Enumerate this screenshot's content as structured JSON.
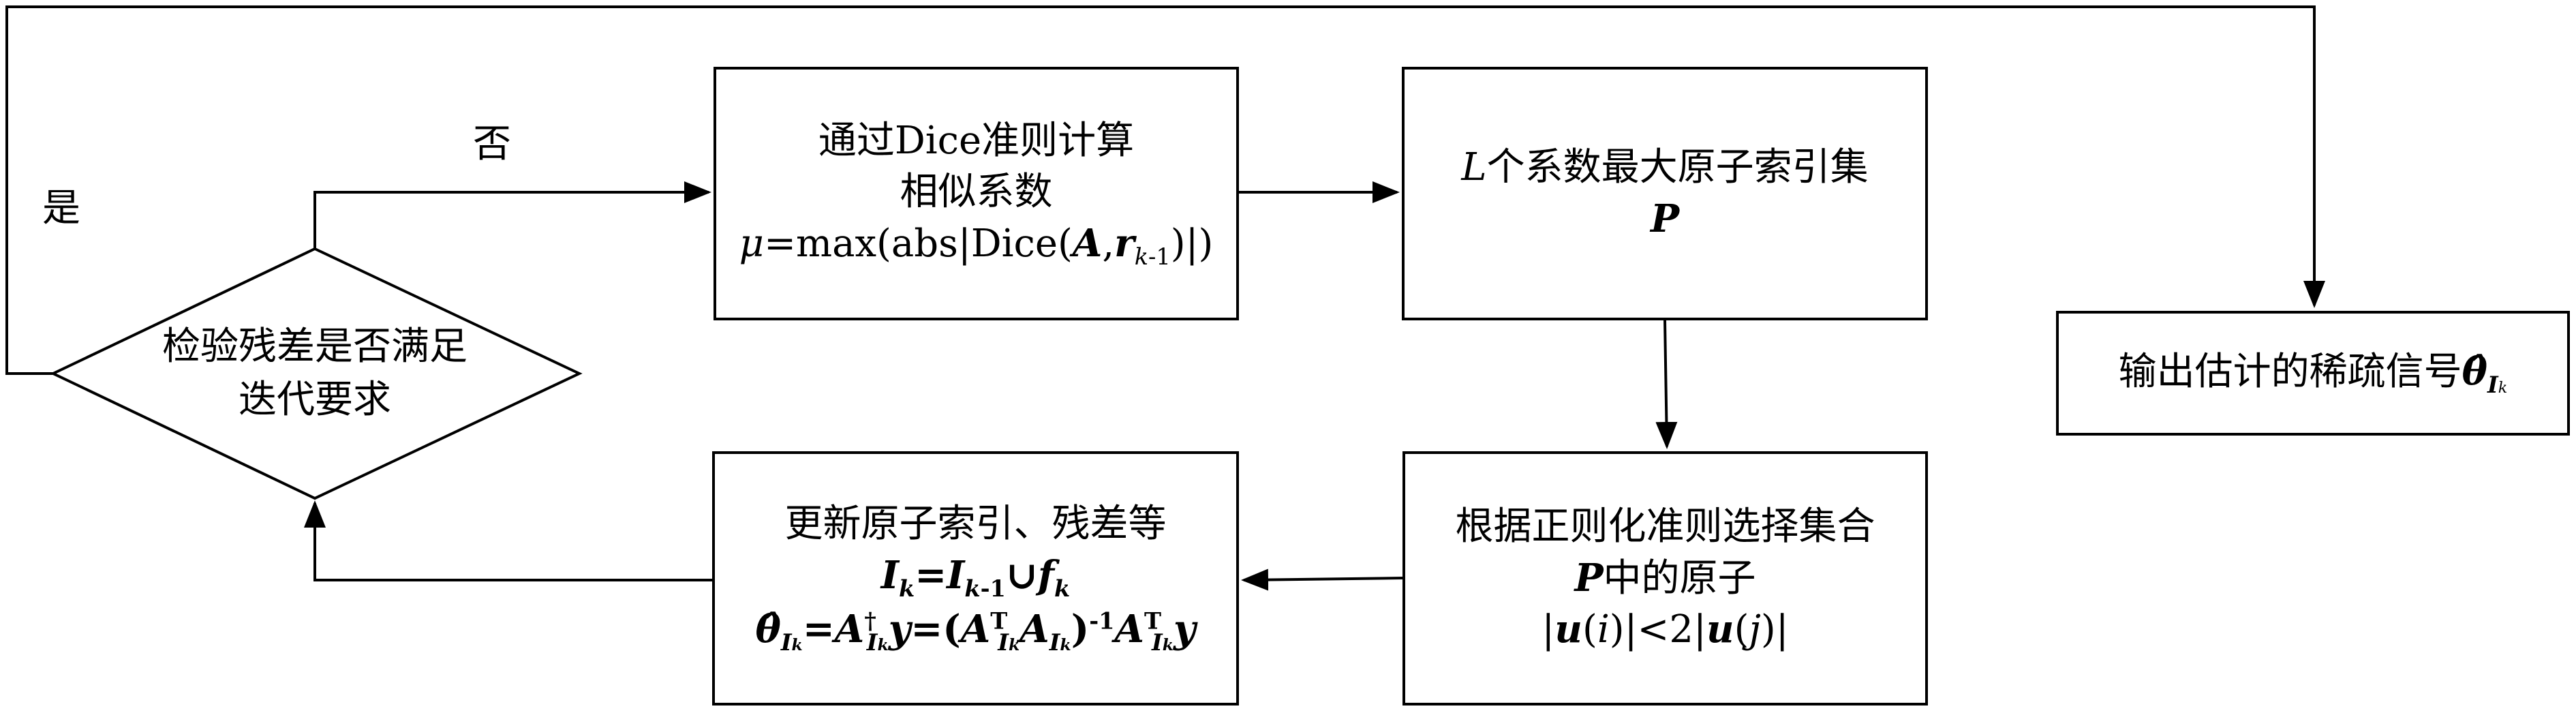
{
  "box_dice": {
    "line1": "通过Dice准则计算",
    "line2": "相似系数",
    "formula": "μ=max(abs|Dice(A,rk-1)|)"
  },
  "box_p": {
    "line1": "L个系数最大原子索引集",
    "line2": "P"
  },
  "box_output": {
    "text": "输出估计的稀疏信号θ̂Ik"
  },
  "diamond": {
    "line1": "检验残差是否满足",
    "line2": "迭代要求"
  },
  "box_regularize": {
    "line1": "根据正则化准则选择集合",
    "line2": "P中的原子",
    "formula": "|u(i)|<2|u(j)|"
  },
  "box_update": {
    "line1": "更新原子索引、残差等",
    "formula1": "Ik=Ik-1∪fk",
    "formula2": "θ̂Ik=A†Iky=(ATIkAIk)-1ATIky"
  },
  "labels": {
    "yes": "是",
    "no": "否"
  }
}
